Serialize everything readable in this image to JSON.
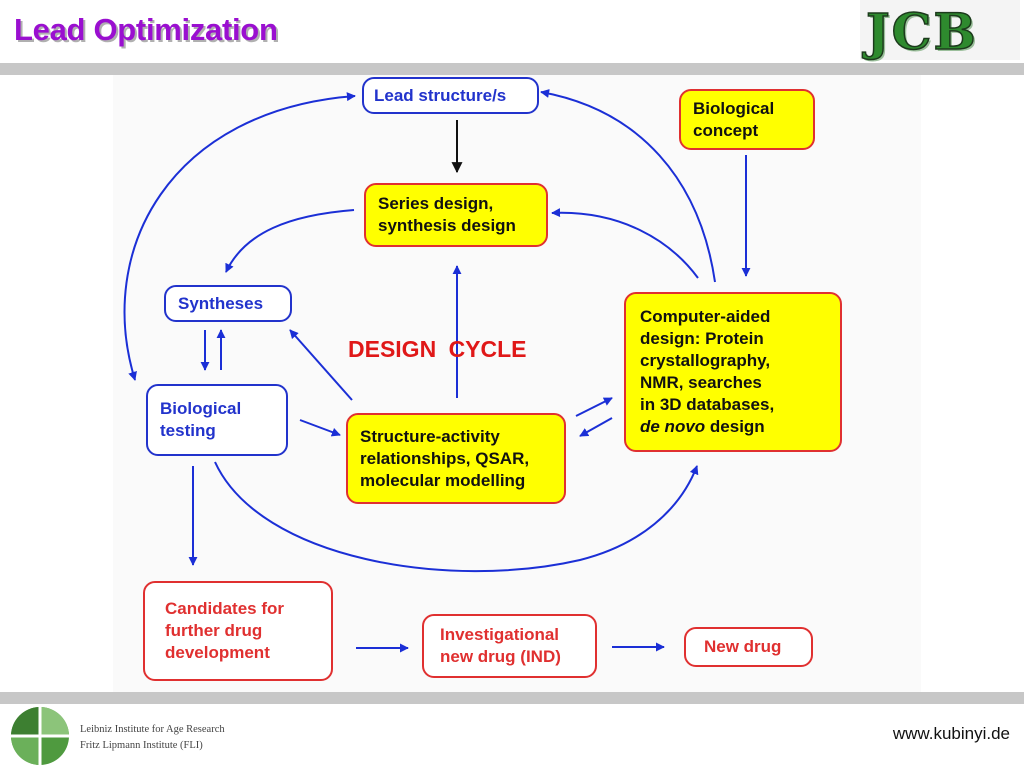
{
  "header": {
    "title": "Lead Optimization",
    "logo_text": "JCB"
  },
  "diagram": {
    "cycle_label": "DESIGN CYCLE",
    "nodes": {
      "lead": [
        "Lead structure/s"
      ],
      "concept": [
        "Biological",
        "concept"
      ],
      "series": [
        "Series design,",
        "synthesis design"
      ],
      "syntheses": [
        "Syntheses"
      ],
      "testing": [
        "Biological",
        "testing"
      ],
      "cad": [
        "Computer-aided",
        "design: Protein",
        "crystallography,",
        "NMR, searches",
        "in 3D databases,",
        "de novo",
        "design"
      ],
      "sar": [
        "Structure-activity",
        "relationships, QSAR,",
        "molecular modelling"
      ],
      "candidates": [
        "Candidates for",
        "further drug",
        "development"
      ],
      "ind": [
        "Investigational",
        "new drug (IND)"
      ],
      "newdrug": [
        "New drug"
      ]
    }
  },
  "footer": {
    "institute_line1": "Leibniz Institute for Age Research",
    "institute_line2": "Fritz Lipmann Institute (FLI)",
    "url": "www.kubinyi.de"
  },
  "colors": {
    "title": "#9a0fd0",
    "arrow_blue": "#1b2fd6",
    "yellow_fill": "#ffff00",
    "red_border": "#e03030",
    "blue_border": "#2233cc"
  }
}
